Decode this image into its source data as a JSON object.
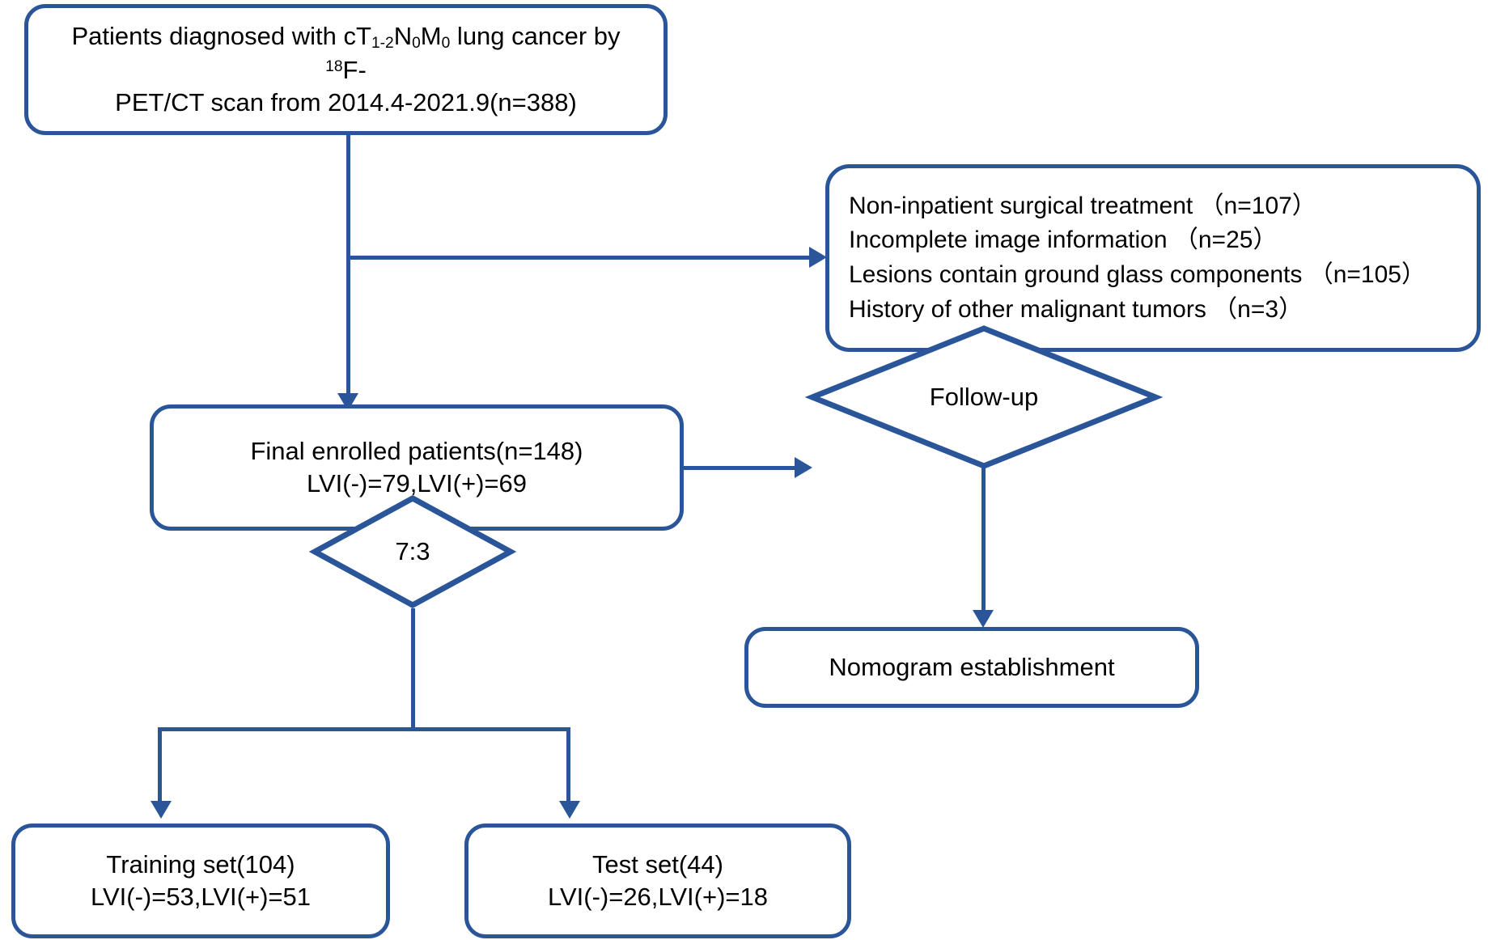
{
  "diagram": {
    "title": "Patient selection and study design flowchart",
    "accent_color": "#2A5699",
    "background_color": "#FFFFFF",
    "text_color": "#000000"
  },
  "nodes": {
    "source": {
      "shape": "rounded-rectangle",
      "line1_prefix": "Patients diagnosed with cT",
      "line1_sub1": "1-2",
      "line1_mid1": "N",
      "line1_sub2": "0",
      "line1_mid2": "M",
      "line1_sub3": "0",
      "line1_suffix": " lung cancer by ",
      "line1_sup": "18",
      "line1_end": "F-",
      "line2": "PET/CT scan from 2014.4-2021.9(n=388)"
    },
    "exclusions": {
      "shape": "rounded-rectangle",
      "items": [
        "Non-inpatient surgical treatment （n=107）",
        "Incomplete image information （n=25）",
        "Lesions contain ground glass components （n=105）",
        "History of other malignant tumors （n=3）"
      ]
    },
    "final_enrolled": {
      "shape": "rounded-rectangle",
      "line1": "Final enrolled patients(n=148)",
      "line2": "LVI(-)=79,LVI(+)=69"
    },
    "follow_up": {
      "shape": "diamond",
      "label": "Follow-up"
    },
    "nomogram": {
      "shape": "rounded-rectangle",
      "label": "Nomogram establishment"
    },
    "split_ratio": {
      "shape": "diamond",
      "label": "7:3"
    },
    "training_set": {
      "shape": "rounded-rectangle",
      "line1": "Training set(104)",
      "line2": "LVI(-)=53,LVI(+)=51"
    },
    "test_set": {
      "shape": "rounded-rectangle",
      "line1": "Test set(44)",
      "line2": "LVI(-)=26,LVI(+)=18"
    }
  },
  "edges": [
    {
      "from": "source",
      "to": "final_enrolled",
      "style": "arrow-down"
    },
    {
      "from": "source",
      "to": "exclusions",
      "style": "arrow-right"
    },
    {
      "from": "final_enrolled",
      "to": "follow_up",
      "style": "arrow-right"
    },
    {
      "from": "follow_up",
      "to": "nomogram",
      "style": "arrow-down"
    },
    {
      "from": "final_enrolled",
      "to": "split_ratio",
      "style": "arrow-down"
    },
    {
      "from": "split_ratio",
      "to": "training_set",
      "style": "arrow-down-branch"
    },
    {
      "from": "split_ratio",
      "to": "test_set",
      "style": "arrow-down-branch"
    }
  ]
}
